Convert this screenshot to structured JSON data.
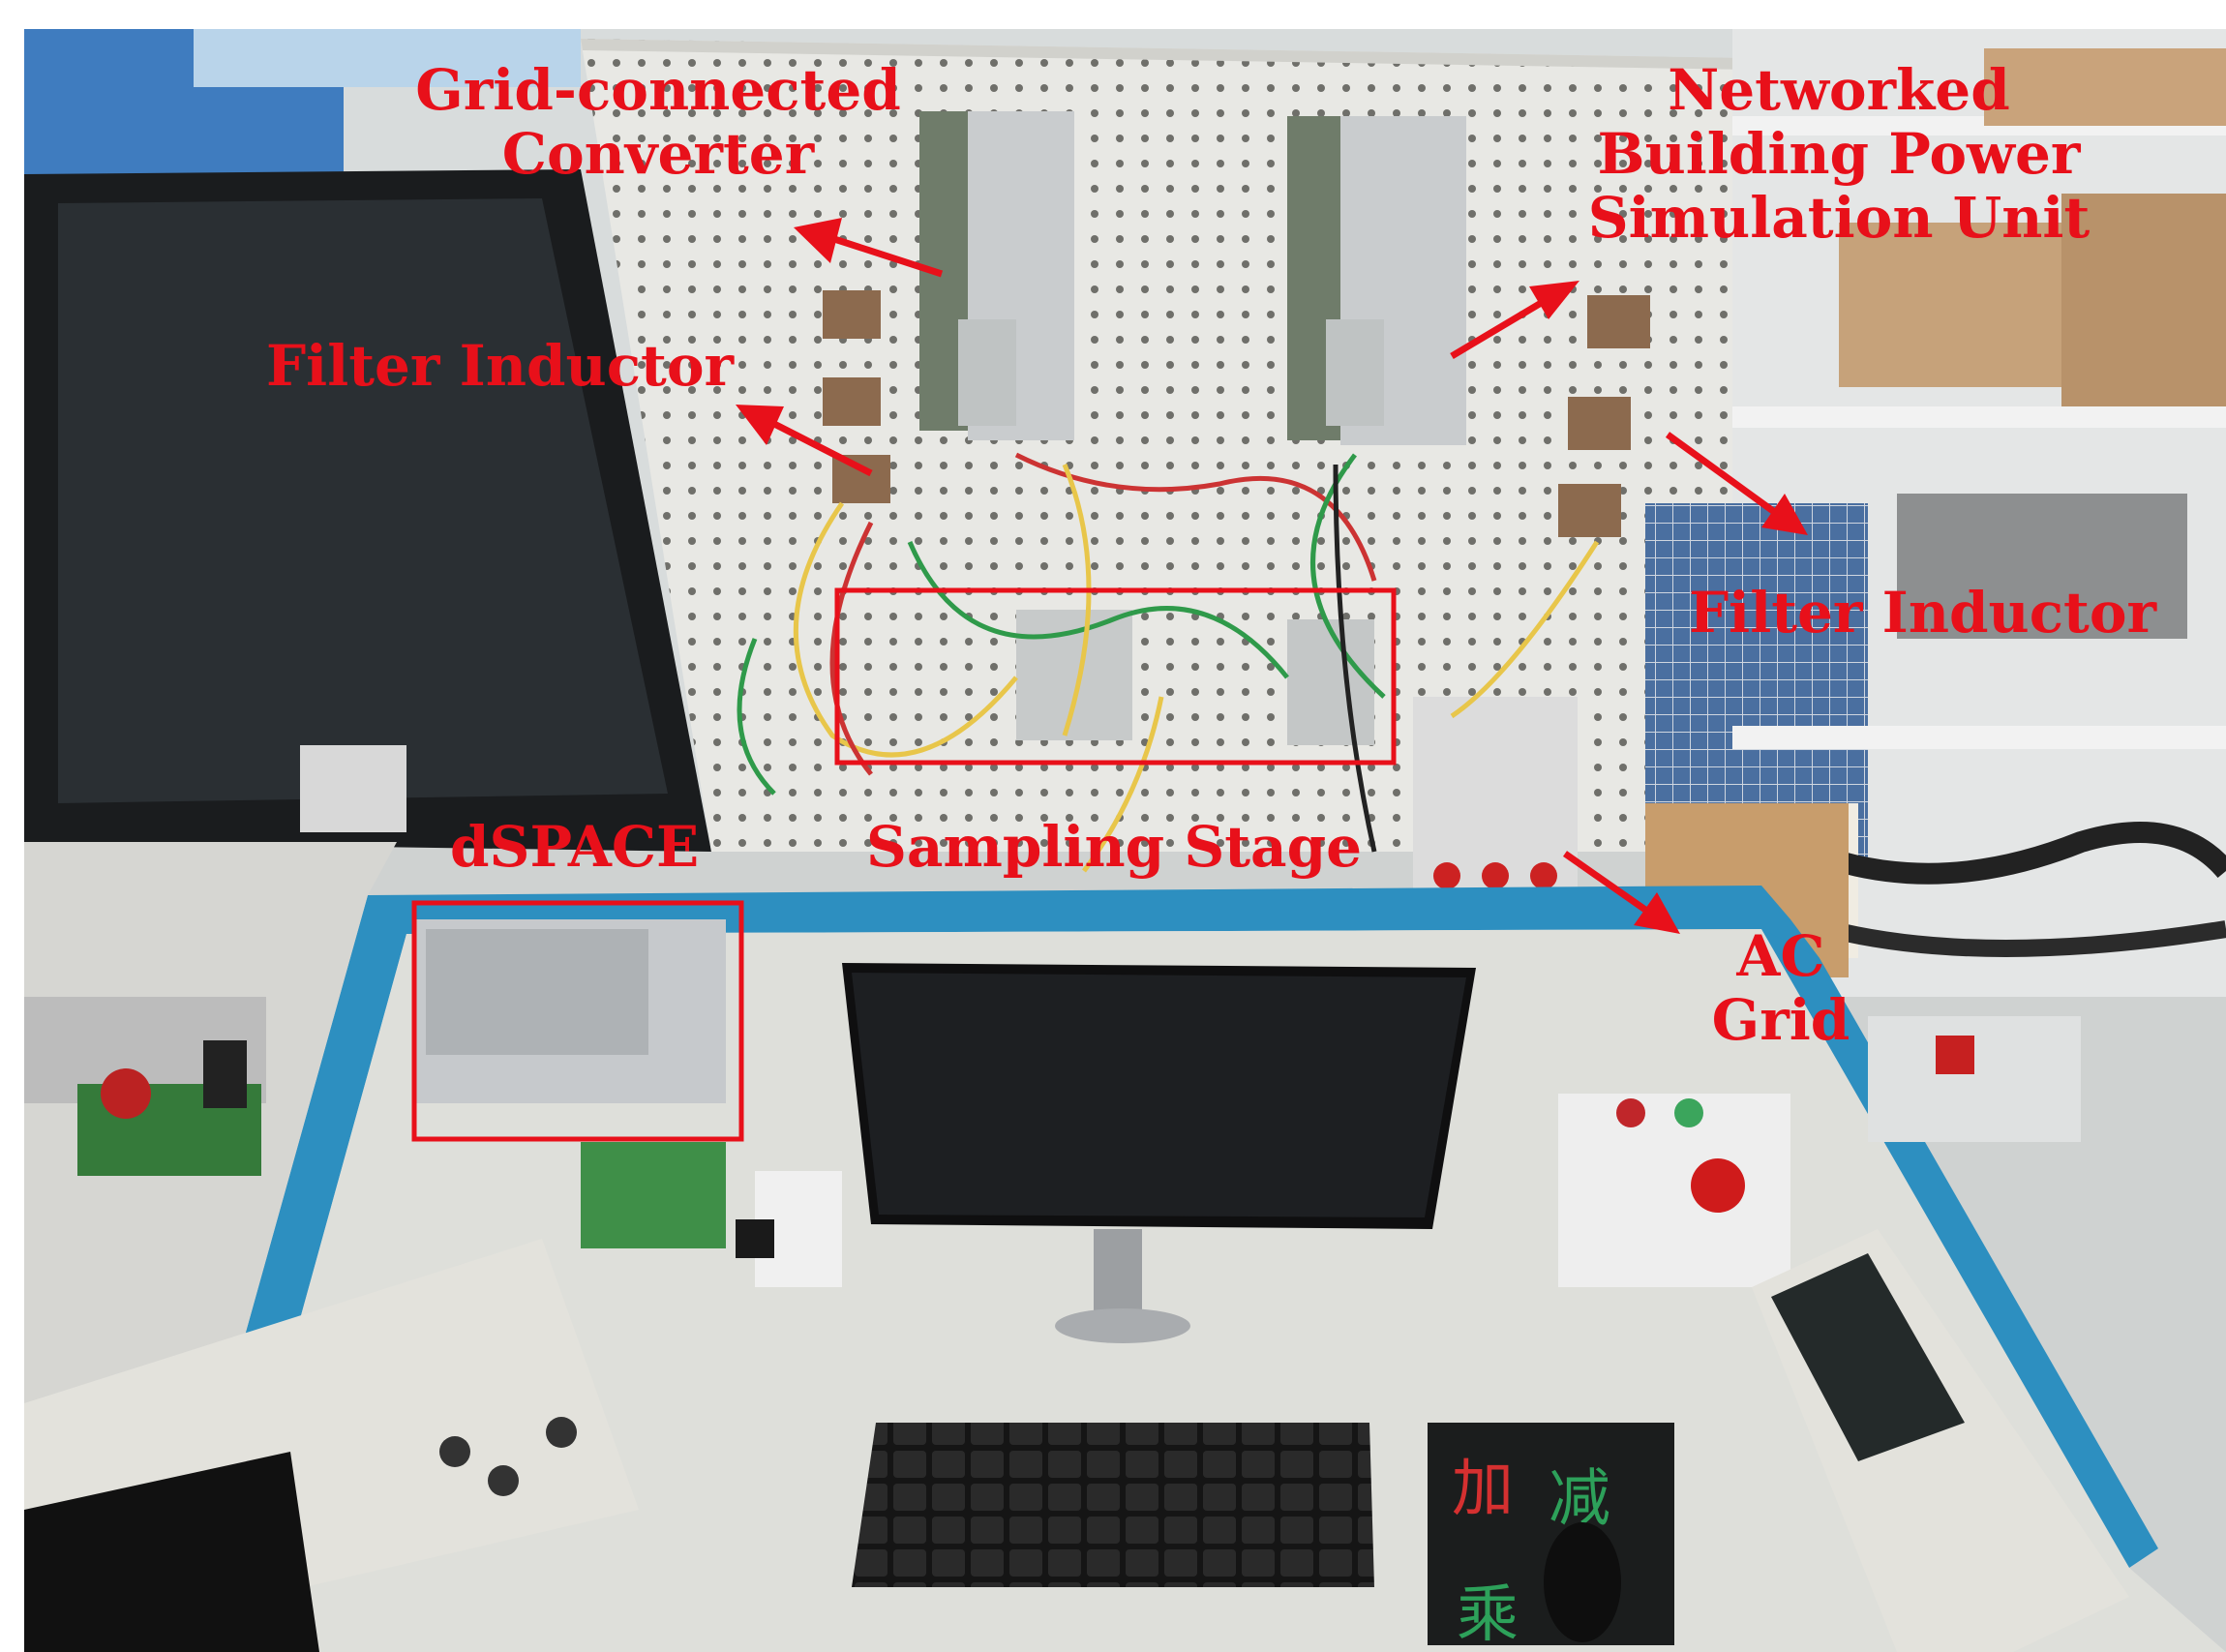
{
  "annotations": {
    "grid_converter": [
      "Grid-connected",
      "Converter"
    ],
    "networked_unit": [
      "Networked",
      "Building Power",
      "Simulation Unit"
    ],
    "filter_inductor_left": "Filter Inductor",
    "filter_inductor_right": "Filter Inductor",
    "dspace": "dSPACE",
    "sampling_stage": "Sampling Stage",
    "ac_grid": [
      "AC",
      "Grid"
    ]
  },
  "mousepad_glyphs": [
    "加",
    "减",
    "乘"
  ],
  "colors": {
    "annotation": "#e8101a",
    "bench_blue": "#2d8fc0",
    "pegboard": "#e9e9e6"
  }
}
